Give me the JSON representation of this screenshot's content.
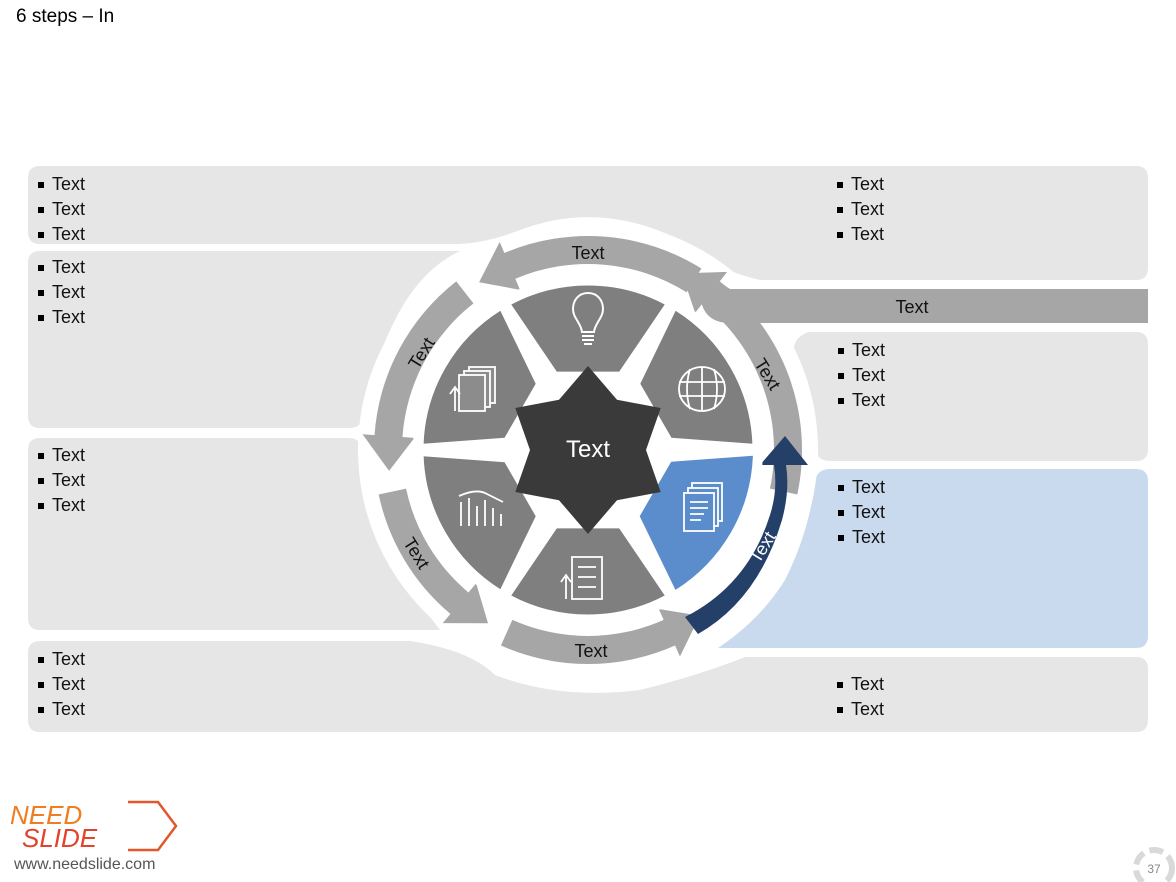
{
  "slide": {
    "title": "6 steps – In",
    "page_number": "37",
    "website": "www.needslide.com"
  },
  "logo": {
    "line1": "NEED",
    "line2": "SLIDE"
  },
  "center": {
    "label": "Text"
  },
  "arrows": [
    "Text",
    "Text",
    "Text",
    "Text",
    "Text",
    "Text"
  ],
  "banner": {
    "label": "Text"
  },
  "bullet_blocks": [
    {
      "items": [
        "Text",
        "Text",
        "Text"
      ]
    },
    {
      "items": [
        "Text",
        "Text",
        "Text"
      ]
    },
    {
      "items": [
        "Text",
        "Text",
        "Text"
      ]
    },
    {
      "items": [
        "Text",
        "Text",
        "Text"
      ]
    },
    {
      "items": [
        "Text",
        "Text",
        "Text"
      ]
    },
    {
      "items": [
        "Text",
        "Text",
        "Text"
      ]
    },
    {
      "items": [
        "Text",
        "Text",
        "Text"
      ]
    },
    {
      "items": [
        "Text",
        "Text"
      ]
    }
  ],
  "colors": {
    "panel": "#e6e6e6",
    "panel_active": "#c9d9ee",
    "segment": "#7f7f7f",
    "segment_active": "#5b8ccc",
    "arrow": "#a6a6a6",
    "arrow_active": "#243f68",
    "center": "#3a3a3a"
  },
  "icons": [
    "lightbulb-icon",
    "globe-icon",
    "documents-icon",
    "checklist-upload-icon",
    "chart-growth-icon",
    "file-upload-icon"
  ]
}
